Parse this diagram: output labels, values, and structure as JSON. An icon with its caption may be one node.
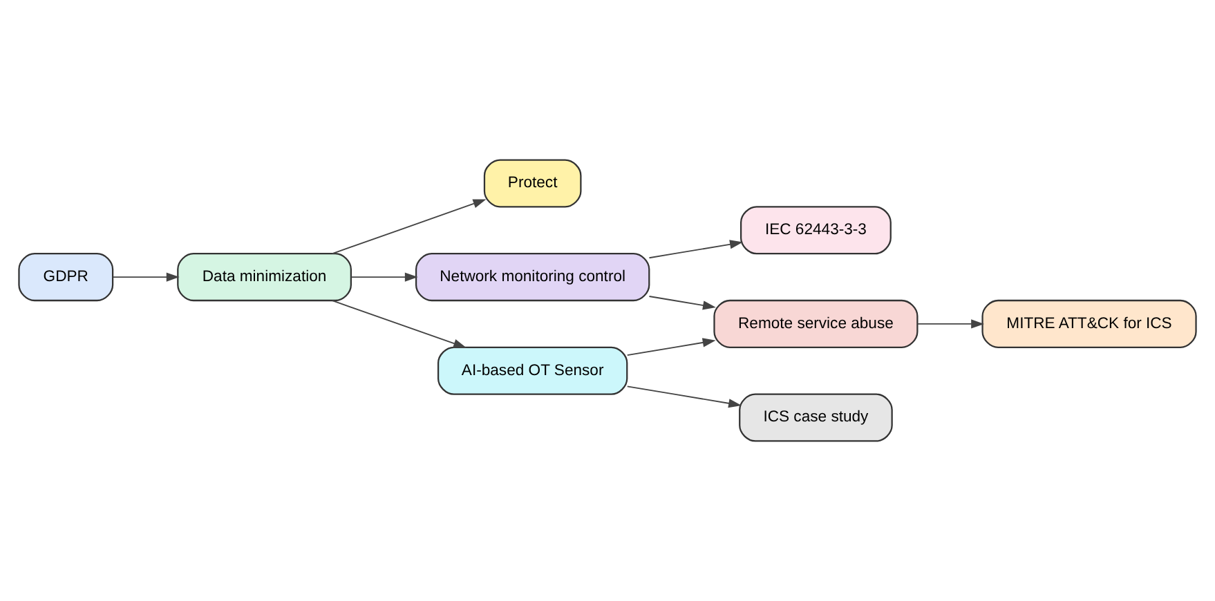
{
  "diagram": {
    "nodes": [
      {
        "text": [
          "GDPR"
        ]
      },
      {
        "text": [
          "Data minimization"
        ]
      },
      {
        "text": [
          "Protect"
        ]
      },
      {
        "text": [
          "Network monitoring control"
        ]
      },
      {
        "text": [
          "IEC 62443-3-3"
        ]
      },
      {
        "text": [
          "AI-based OT Sensor"
        ]
      },
      {
        "text": [
          "Remote service abuse"
        ]
      },
      {
        "text": [
          "ICS case study"
        ]
      },
      {
        "text": [
          "MITRE ATT&CK for ICS"
        ]
      }
    ],
    "edges": [
      {
        "from": 0,
        "to": 1,
        "arrow": "to"
      },
      {
        "from": 1,
        "to": 2,
        "arrow": "to"
      },
      {
        "from": 1,
        "to": 3,
        "arrow": "to"
      },
      {
        "from": 1,
        "to": 5,
        "arrow": "to"
      },
      {
        "from": 3,
        "to": 4,
        "arrow": "to"
      },
      {
        "from": 3,
        "to": 6,
        "arrow": "to"
      },
      {
        "from": 5,
        "to": 6,
        "arrow": "to"
      },
      {
        "from": 5,
        "to": 7,
        "arrow": "to"
      },
      {
        "from": 6,
        "to": 8,
        "arrow": "to"
      }
    ]
  }
}
